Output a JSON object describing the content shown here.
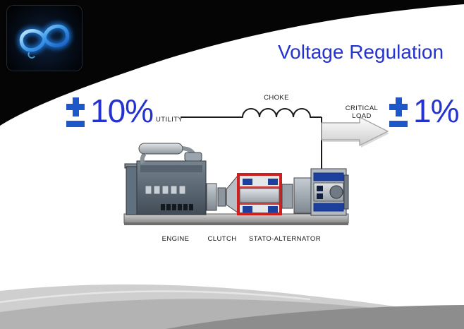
{
  "title": "Voltage Regulation",
  "diagram": {
    "utility": {
      "symbol": "±",
      "value": "10%",
      "label": "UTILITY"
    },
    "choke_label": "CHOKE",
    "critical_load_label": "CRITICAL\nLOAD",
    "critical": {
      "symbol": "±",
      "value": "1%"
    },
    "machine": {
      "engine_label": "ENGINE",
      "clutch_label": "CLUTCH",
      "alternator_label": "STATO-ALTERNATOR"
    }
  },
  "colors": {
    "accent_blue": "#2433cf",
    "plus_minus_blue": "#1e57c8",
    "frame_red": "#cc2020",
    "winding_blue": "#1d3f9e",
    "wire_black": "#1a1a1a"
  }
}
